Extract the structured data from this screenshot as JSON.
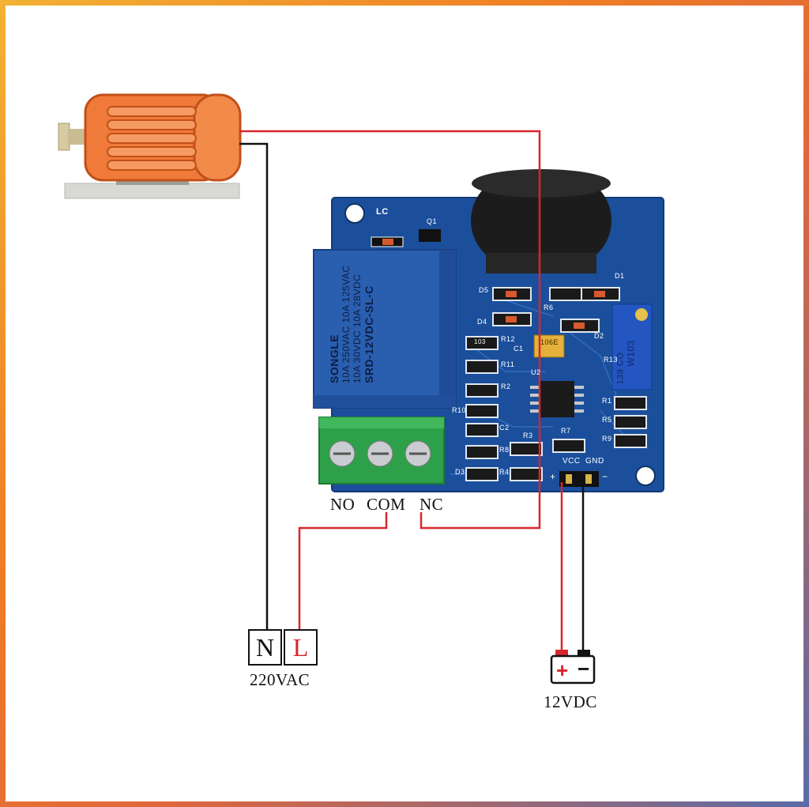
{
  "relay_terminals": {
    "no": "NO",
    "com": "COM",
    "nc": "NC"
  },
  "mains": {
    "n": "N",
    "l": "L",
    "voltage": "220VAC"
  },
  "dc_supply": {
    "plus": "+",
    "minus": "−",
    "voltage": "12VDC"
  },
  "pcb_pins": {
    "vcc": "VCC",
    "gnd": "GND",
    "plus": "+",
    "minus": "−"
  },
  "pcb_marks": {
    "brand": "LC",
    "q1": "Q1",
    "relay_lines": [
      "10A 250VAC 10A 125VAC",
      "10A 30VDC 10A 28VDC",
      "SRD-12VDC-SL-C"
    ],
    "relay_brand": "SONGLE",
    "pot": "W103",
    "pot_code": "139 CO",
    "cap": "106E",
    "resistor_code": "103",
    "ref_designators": [
      "D5",
      "D4",
      "R6",
      "D1",
      "R12",
      "C1",
      "D2",
      "R11",
      "R2",
      "R10",
      "U2",
      "R13",
      "R1",
      "R5",
      "R9",
      "C2",
      "R3",
      "R8",
      "R7",
      "R4",
      "D3"
    ]
  },
  "colors": {
    "pcb": "#1b4f9c",
    "relay": "#2a5fb0",
    "terminal_block": "#2fa04a",
    "motor": "#f07a3a",
    "wire_live": "#d7262d",
    "wire_neutral": "#111111"
  }
}
